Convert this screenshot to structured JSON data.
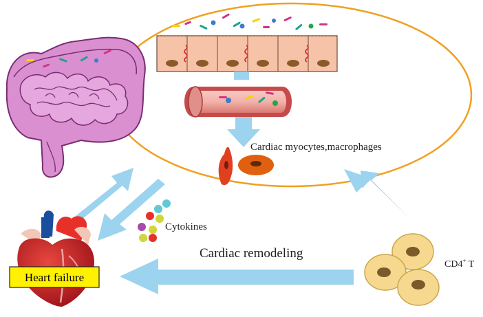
{
  "labels": {
    "cardiac_cells": "Cardiac myocytes,macrophages",
    "cytokines": "Cytokines",
    "cardiac_remodeling": "Cardiac remodeling",
    "cd4_t_main": "CD4",
    "cd4_t_sup": "+",
    "cd4_t_suffix": " T",
    "heart_failure": "Heart failure"
  },
  "colors": {
    "arrow": "#9cd3ef",
    "ellipse_border": "#f0a020",
    "intestine": "#d98fd0",
    "intestine_outline": "#7a2d72",
    "epithelium": "#f6c3a8",
    "nucleus": "#8a5a2a",
    "vessel": "#c74a4a",
    "heart_red": "#cf1f2a",
    "heart_failure_box": "#fff100",
    "t_cell": "#f6d98f"
  },
  "icons": [
    "intestine-icon",
    "heart-icon",
    "epithelium-icon",
    "blood-vessel-icon",
    "cardiomyocyte-icon",
    "macrophage-icon",
    "t-cell-icon",
    "cytokine-dots-icon"
  ]
}
